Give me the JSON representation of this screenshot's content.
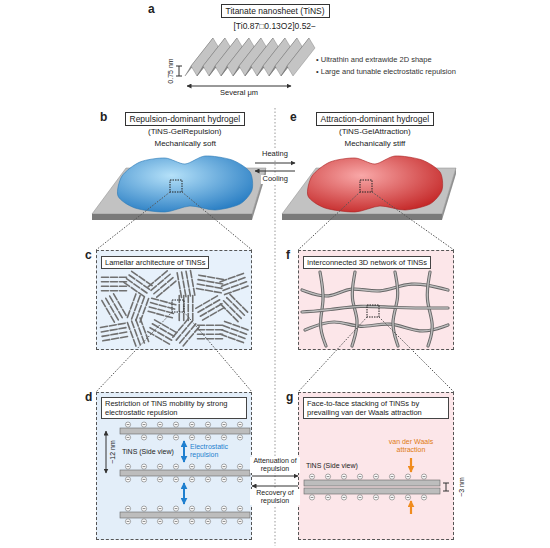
{
  "diagram": {
    "nodes": [
      {
        "text": [
          "Titanate nanosheet (TiNS)"
        ]
      },
      {
        "text": [
          "Repulsion-dominant hydrogel"
        ]
      },
      {
        "text": [
          "Attraction-dominant hydrogel"
        ]
      },
      {
        "text": [
          "Lamellar architecture of TiNSs"
        ]
      },
      {
        "text": [
          "Interconnected 3D network of TiNSs"
        ]
      },
      {
        "text": [
          "Restriction of TiNS mobility by strong electrostatic repulsion"
        ]
      },
      {
        "text": [
          "Face-to-face stacking of TiNSs by prevailing van der Waals attraction"
        ]
      }
    ],
    "edges": [
      {
        "from": 5,
        "to": 6,
        "arrow": "to",
        "label": "Attenuation of repulsion"
      },
      {
        "from": 6,
        "to": 5,
        "arrow": "to",
        "label": "Recovery of repulsion"
      }
    ],
    "labels": [
      "a",
      "[Ti0.87□0.13O2]0.52−",
      "0.75 nm",
      "Several μm",
      "• Ultrathin and extrawide 2D shape",
      "• Large and tunable electrostatic repulsion",
      "b",
      "(TiNS-GelRepulsion)",
      "Mechanically soft",
      "e",
      "(TiNS-GelAttraction)",
      "Mechanically stiff",
      "Heating",
      "Cooling",
      "c",
      "f",
      "d",
      "~12 nm",
      "Electrostatic repulsion",
      "TiNS (Side view)",
      "g",
      "van der Waals attraction",
      "TiNS (Side view)",
      "~3 nm"
    ]
  }
}
